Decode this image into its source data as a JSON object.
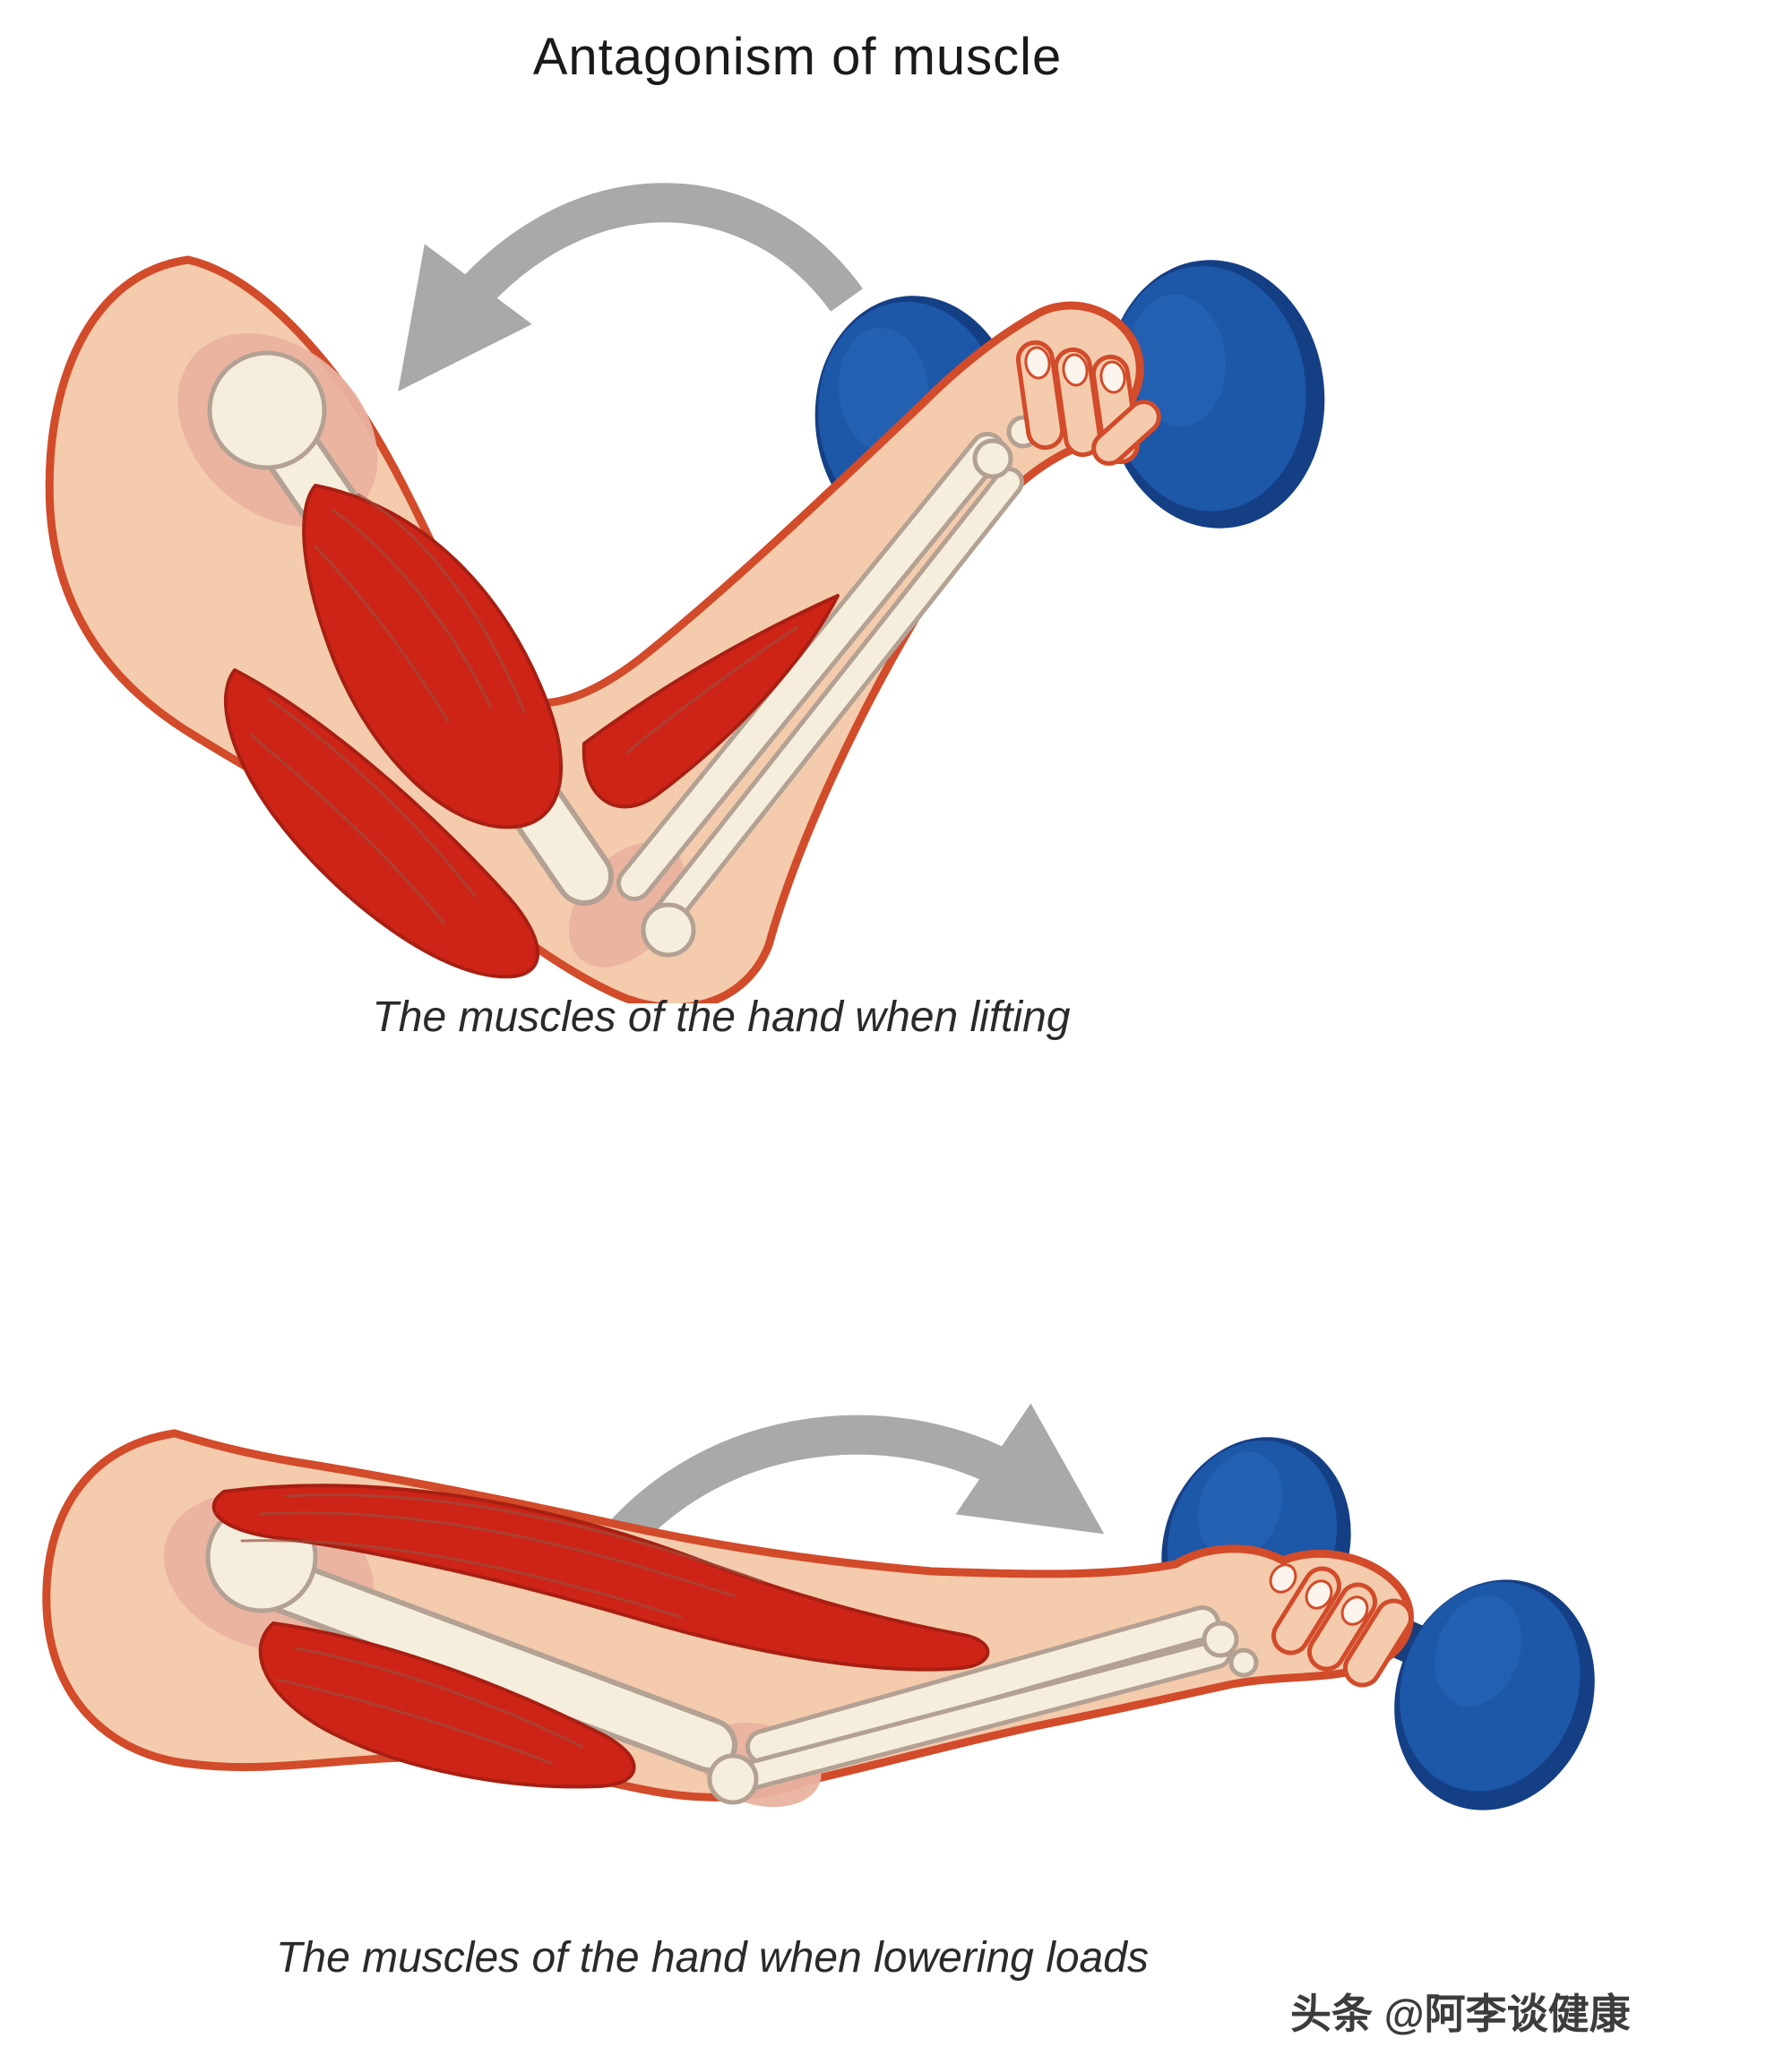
{
  "title": "Antagonism of muscle",
  "figures": {
    "lifting": {
      "caption": "The muscles of the hand when lifting"
    },
    "lowering": {
      "caption": "The muscles of the hand when lowering loads"
    }
  },
  "watermark": "头条 @阿李谈健康",
  "colors": {
    "skin": "#f4cbad",
    "skin_outline": "#d24b2a",
    "muscle_red": "#ce2418",
    "muscle_outline": "#a81f12",
    "striation": "#9a4e3c",
    "bone": "#f6eedd",
    "bone_outline": "#b3a193",
    "tendon_pink": "#e9b2a0",
    "dumbbell_blue": "#1d57a8",
    "dumbbell_dark": "#153f85",
    "dumbbell_highlight": "#2f6cbd",
    "handle_navy": "#1c3e78",
    "arrow_gray": "#a9a9a9",
    "nail": "#fbf4ec",
    "text": "#1a1a1a",
    "caption_color": "#2a2a2a",
    "watermark_gray": "#3c3c3c"
  }
}
